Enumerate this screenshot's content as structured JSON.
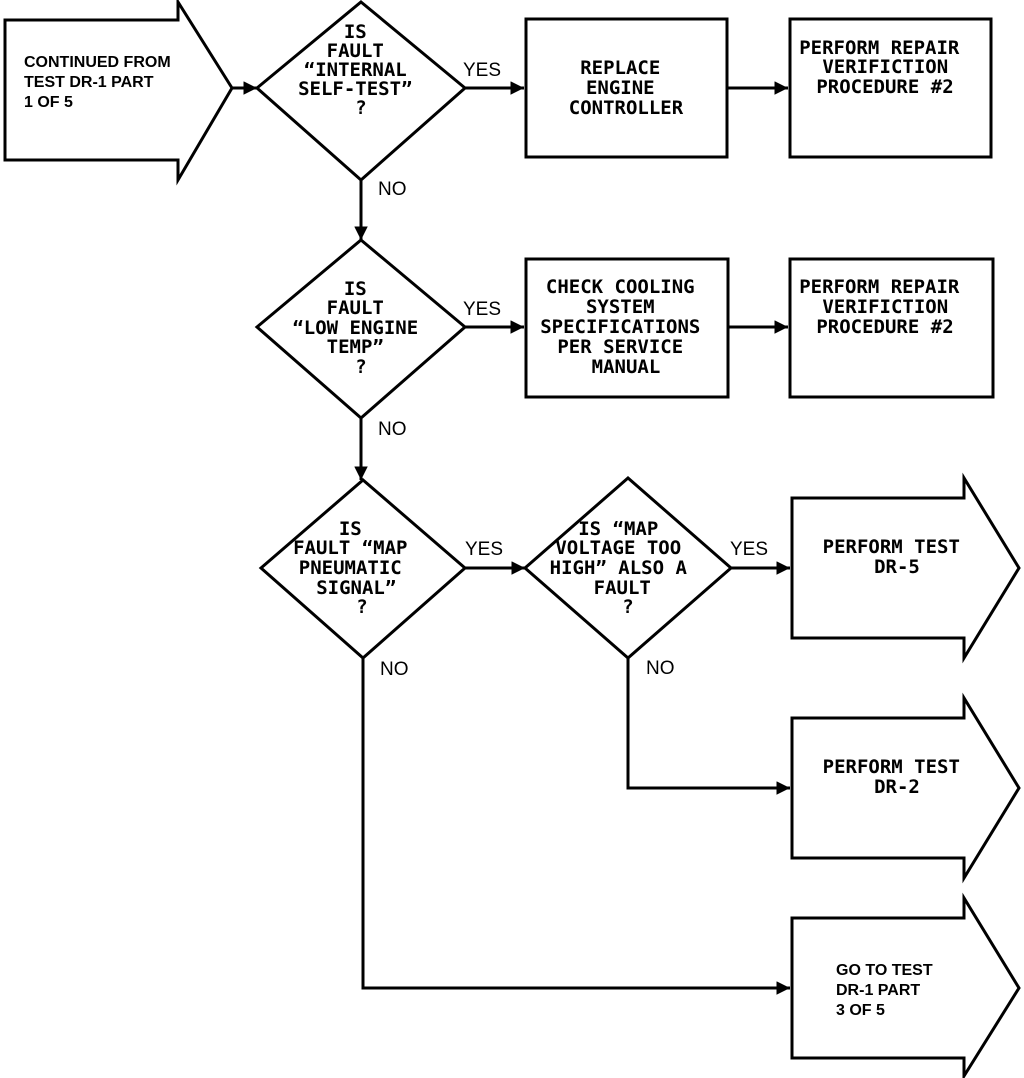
{
  "nodes": {
    "start": {
      "lines": [
        "CONTINUED FROM",
        "TEST DR-1 PART",
        "1 OF 5"
      ]
    },
    "q_internal": {
      "lines": [
        "IS",
        "FAULT",
        "“INTERNAL",
        "SELF-TEST”",
        "?"
      ]
    },
    "replace_controller": {
      "lines": [
        "REPLACE",
        "ENGINE",
        "CONTROLLER"
      ]
    },
    "verify_1": {
      "lines": [
        "PERFORM REPAIR",
        "VERIFICTION",
        "PROCEDURE #2"
      ]
    },
    "q_low_temp": {
      "lines": [
        "IS",
        "FAULT",
        "“LOW ENGINE",
        "TEMP”",
        "?"
      ]
    },
    "check_cooling": {
      "lines": [
        "CHECK COOLING",
        "SYSTEM",
        "SPECIFICATIONS",
        "PER SERVICE",
        "MANUAL"
      ]
    },
    "verify_2": {
      "lines": [
        "PERFORM REPAIR",
        "VERIFICTION",
        "PROCEDURE #2"
      ]
    },
    "q_map_pneumatic": {
      "lines": [
        "IS",
        "FAULT “MAP",
        "PNEUMATIC",
        "SIGNAL”",
        "?"
      ]
    },
    "q_map_voltage": {
      "lines": [
        "IS “MAP",
        "VOLTAGE TOO",
        "HIGH” ALSO A",
        "FAULT",
        "?"
      ]
    },
    "test_dr5": {
      "lines": [
        "PERFORM TEST",
        "DR-5"
      ]
    },
    "test_dr2": {
      "lines": [
        "PERFORM TEST",
        "DR-2"
      ]
    },
    "goto_part3": {
      "lines": [
        "GO TO TEST",
        "DR-1 PART",
        "3 OF 5"
      ]
    }
  },
  "edge_labels": {
    "yes_1": "YES",
    "no_1": "NO",
    "yes_2": "YES",
    "no_2": "NO",
    "yes_3": "YES",
    "no_3": "NO",
    "yes_4": "YES",
    "no_4": "NO"
  },
  "colors": {
    "ink": "#000000",
    "paper": "#ffffff"
  }
}
